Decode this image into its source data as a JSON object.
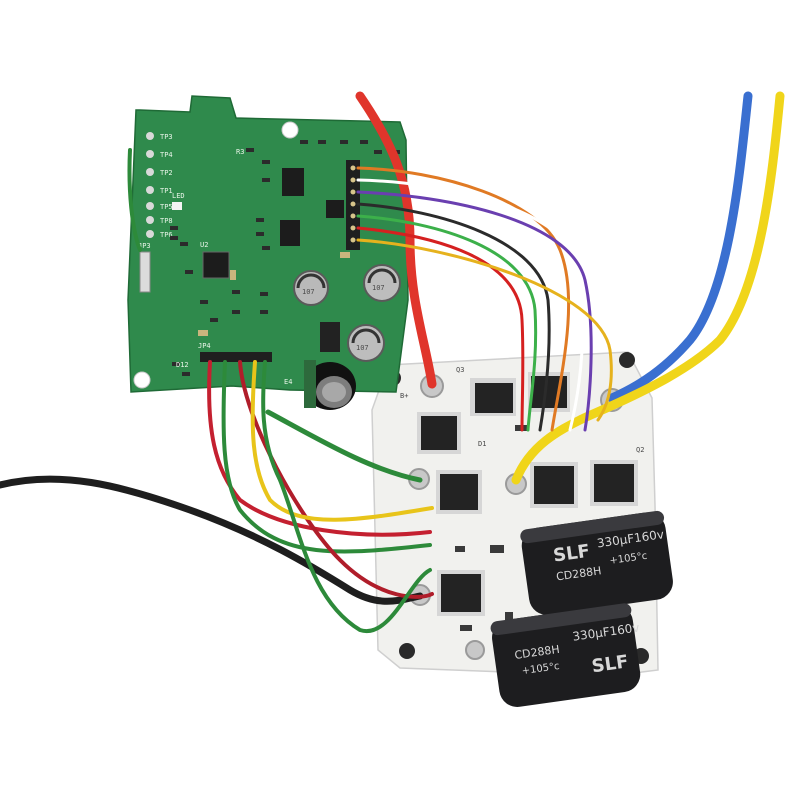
{
  "control_board": {
    "test_points": [
      "TP3",
      "TP4",
      "TP2",
      "TP1",
      "TP5",
      "TP8",
      "TP6"
    ],
    "labels": {
      "u2": "U2",
      "jp3": "JP3",
      "jp4": "JP4",
      "d12": "D12",
      "led": "LED",
      "e4": "E4",
      "r3": "R3"
    },
    "small_caps": [
      "107",
      "107",
      "107"
    ]
  },
  "power_board": {
    "labels": {
      "bplus": "B+",
      "q3": "Q3",
      "q2": "Q2",
      "d1": "D1"
    }
  },
  "capacitor_big": {
    "brand": "SLF",
    "series": "CD288H",
    "rating": "330μF160v",
    "temp": "+105°c"
  },
  "capacitor_big2": {
    "brand": "SLF",
    "series": "CD288H",
    "rating": "330μF160v",
    "temp": "+105°c"
  },
  "colors": {
    "pcb_green": "#2f8a4c",
    "pcb_white": "#f2f2f0",
    "wire_red": "#e0352b",
    "wire_blue": "#3a6fd0",
    "wire_yellow": "#f0d51a",
    "wire_black": "#1e1e1e",
    "wire_green": "#2d8a3a"
  }
}
